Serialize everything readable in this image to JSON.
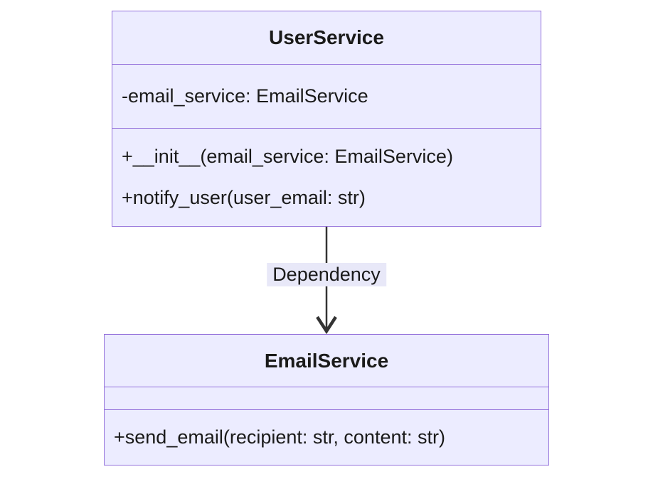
{
  "diagram_type": "uml-class-diagram",
  "colors": {
    "node_fill": "#ECECFF",
    "node_border": "#9370DB",
    "text": "#1a1a1a",
    "edge_line": "#333333",
    "edge_label_bg": "#e8e8f8",
    "background": "#ffffff"
  },
  "classes": [
    {
      "name": "UserService",
      "attributes": [
        "-email_service: EmailService"
      ],
      "methods": [
        "+__init__(email_service: EmailService)",
        "+notify_user(user_email: str)"
      ]
    },
    {
      "name": "EmailService",
      "attributes": [],
      "methods": [
        "+send_email(recipient: str, content: str)"
      ]
    }
  ],
  "edge": {
    "from": "UserService",
    "to": "EmailService",
    "label": "Dependency",
    "line_style": "solid",
    "arrowhead": "open-v",
    "direction": "down"
  }
}
